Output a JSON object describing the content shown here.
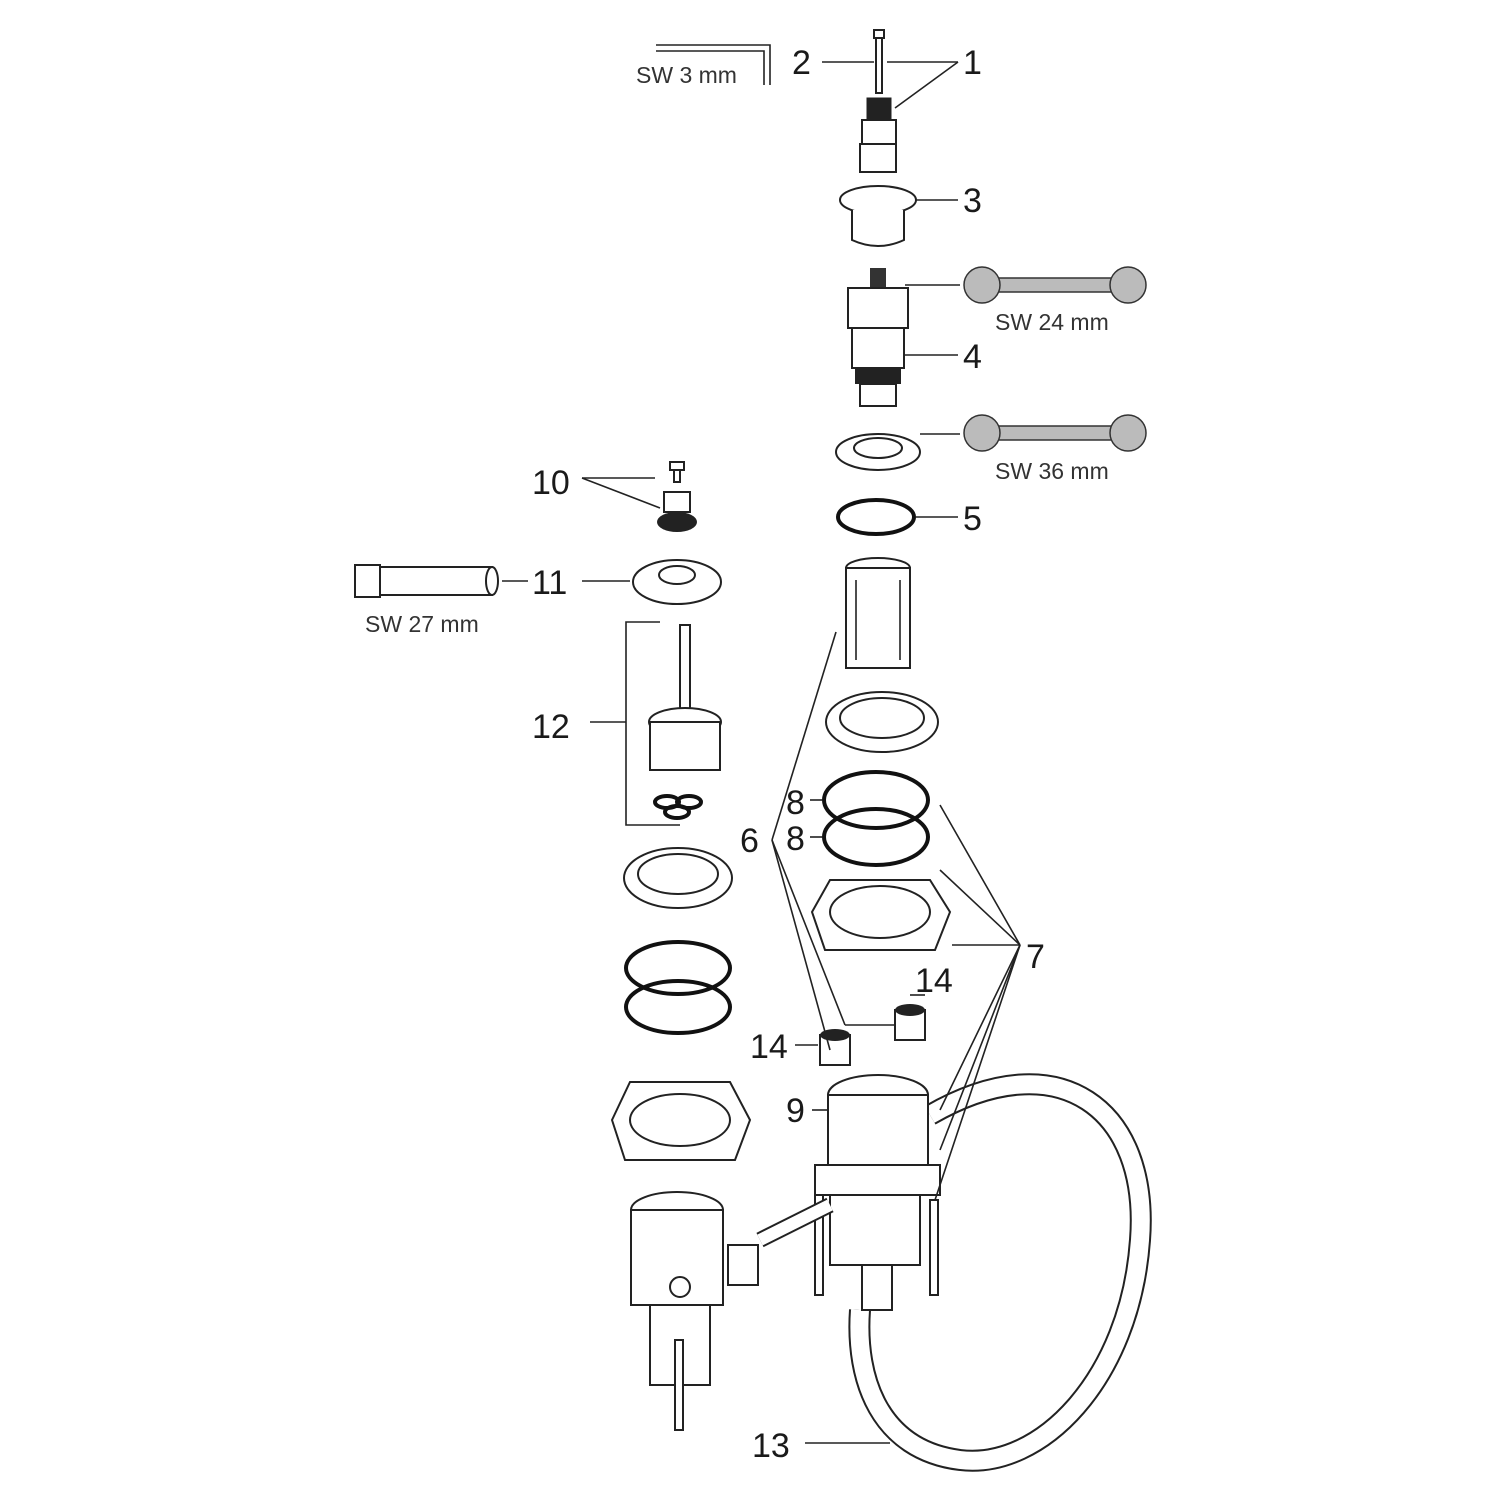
{
  "diagram": {
    "part_labels": {
      "p1": "1",
      "p2": "2",
      "p3": "3",
      "p4": "4",
      "p5": "5",
      "p6": "6",
      "p7": "7",
      "p8a": "8",
      "p8b": "8",
      "p9": "9",
      "p10": "10",
      "p11": "11",
      "p12": "12",
      "p13": "13",
      "p14a": "14",
      "p14b": "14"
    },
    "tool_labels": {
      "hex_key": "SW 3 mm",
      "wrench_24": "SW 24 mm",
      "wrench_36": "SW 36 mm",
      "socket_27": "SW 27 mm"
    }
  }
}
